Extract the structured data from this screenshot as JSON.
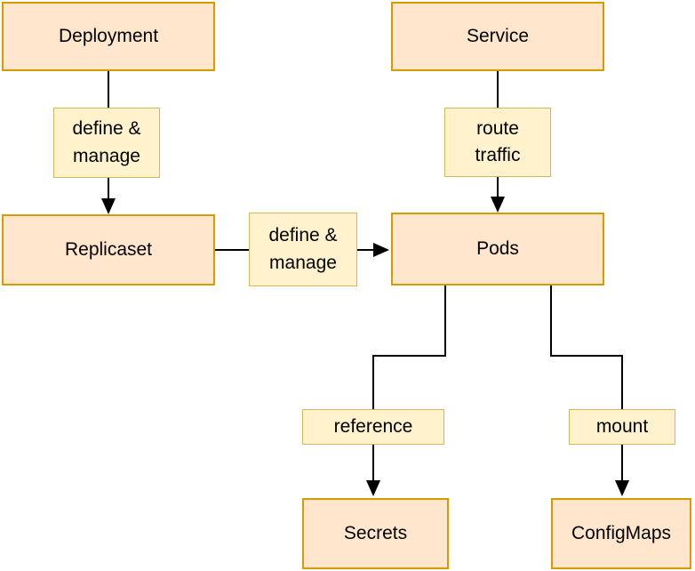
{
  "diagram": {
    "type": "flowchart",
    "nodes": [
      {
        "id": "deployment",
        "label": "Deployment"
      },
      {
        "id": "service",
        "label": "Service"
      },
      {
        "id": "replicaset",
        "label": "Replicaset"
      },
      {
        "id": "pods",
        "label": "Pods"
      },
      {
        "id": "secrets",
        "label": "Secrets"
      },
      {
        "id": "configmaps",
        "label": "ConfigMaps"
      }
    ],
    "edges": [
      {
        "from": "Deployment",
        "to": "Replicaset",
        "label": "define & manage",
        "display": "define &\nmanage"
      },
      {
        "from": "Service",
        "to": "Pods",
        "label": "route traffic",
        "display": "route\ntraffic"
      },
      {
        "from": "Replicaset",
        "to": "Pods",
        "label": "define & manage",
        "display": "define &\nmanage"
      },
      {
        "from": "Pods",
        "to": "Secrets",
        "label": "reference",
        "display": "reference"
      },
      {
        "from": "Pods",
        "to": "ConfigMaps",
        "label": "mount",
        "display": "mount"
      }
    ],
    "colors": {
      "node_fill": "#FFE6CC",
      "node_border": "#D79B00",
      "label_fill": "#FFF2CC",
      "label_border": "#D6B656",
      "edge": "#000000",
      "text": "#000000",
      "background": "#FFFFFF"
    }
  }
}
